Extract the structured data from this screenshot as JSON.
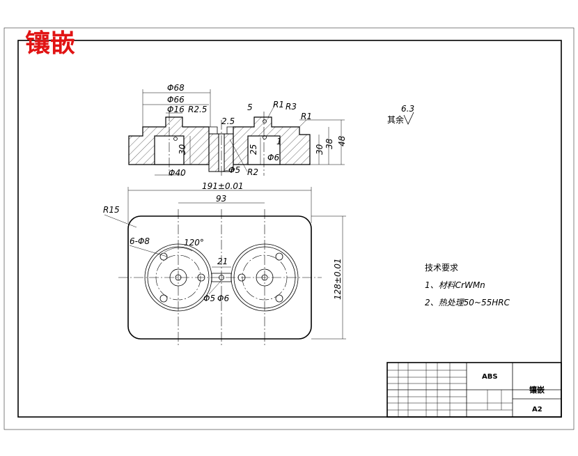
{
  "title_stamp": "镶嵌",
  "surface_finish": {
    "prefix": "其余",
    "value": "6.3"
  },
  "tech_requirements": {
    "heading": "技术要求",
    "items": [
      "1、材料CrWMn",
      "2、热处理50~55HRC"
    ]
  },
  "section_view": {
    "dims": {
      "d68": "Φ68",
      "d66": "Φ66",
      "d16": "Φ16",
      "r25": "R2.5",
      "v25": "2.5",
      "v5": "5",
      "r1a": "R1",
      "r3": "R3",
      "r1b": "R1",
      "v30a": "30",
      "v25b": "25",
      "v1": "1",
      "d6": "Φ6",
      "v30b": "30",
      "v38": "38",
      "v48": "48",
      "d40": "Φ40",
      "d5": "Φ5",
      "r2": "R2"
    }
  },
  "plan_view": {
    "dims": {
      "width": "191±0.01",
      "spacing": "93",
      "r15": "R15",
      "holes": "6-Φ8",
      "angle": "120°",
      "slot": "21",
      "d5": "Φ5",
      "d6": "Φ6",
      "height": "128±0.01"
    }
  },
  "title_block": {
    "material": "ABS",
    "part_name": "镶嵌",
    "sheet_size": "A2"
  }
}
